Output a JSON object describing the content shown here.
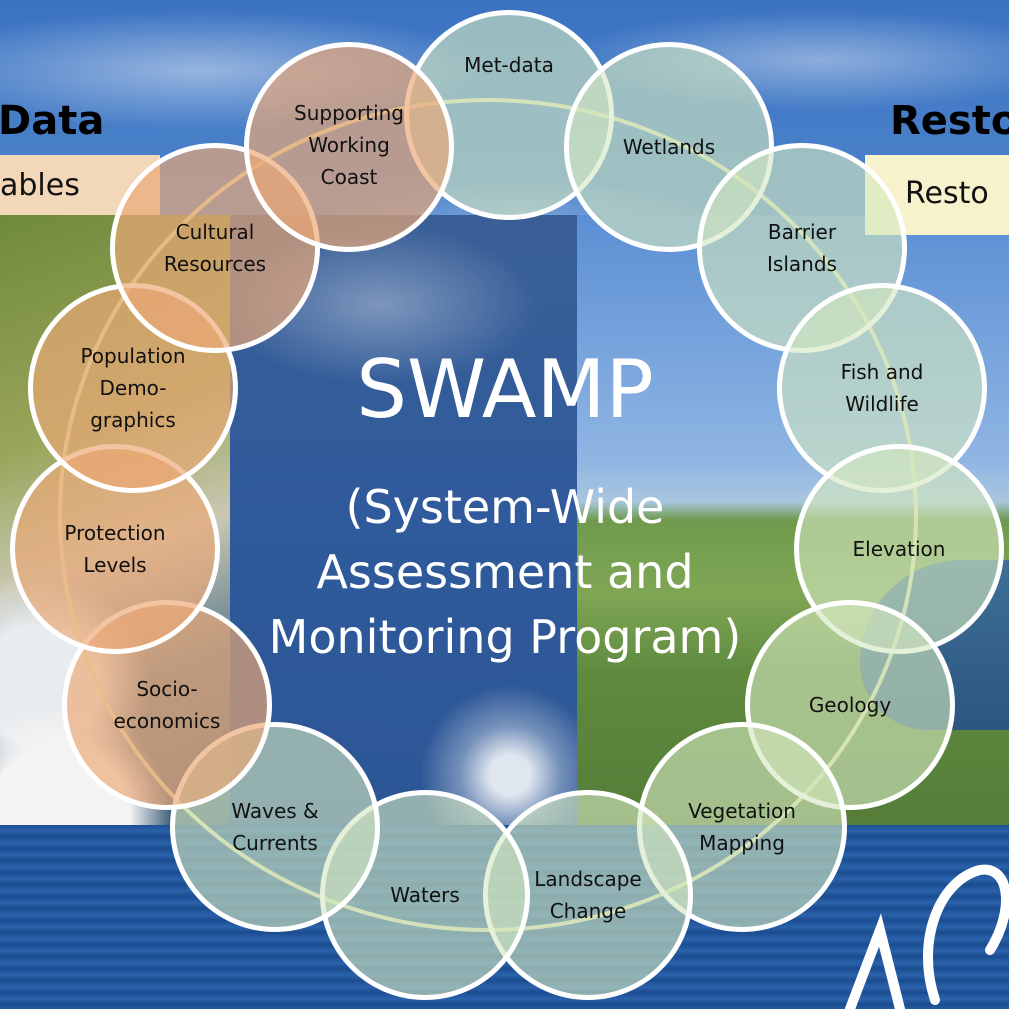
{
  "diagram": {
    "title": "SWAMP",
    "subtitle_lines": [
      "(System-Wide",
      "Assessment and",
      "Monitoring Program)"
    ],
    "left_header": "Data",
    "left_tab": "ables",
    "right_header": "Resto",
    "right_tab": "Resto",
    "nodes": [
      {
        "id": "met-data",
        "label": "Met-data",
        "color": "green"
      },
      {
        "id": "wetlands",
        "label": "Wetlands",
        "color": "green"
      },
      {
        "id": "barrier-islands",
        "label": "Barrier\nIslands",
        "color": "green"
      },
      {
        "id": "fish-wildlife",
        "label": "Fish and\nWildlife",
        "color": "green"
      },
      {
        "id": "elevation",
        "label": "Elevation",
        "color": "green"
      },
      {
        "id": "geology",
        "label": "Geology",
        "color": "green"
      },
      {
        "id": "vegetation-mapping",
        "label": "Vegetation\nMapping",
        "color": "green"
      },
      {
        "id": "landscape-change",
        "label": "Landscape\nChange",
        "color": "green"
      },
      {
        "id": "waters",
        "label": "Waters",
        "color": "green"
      },
      {
        "id": "waves-currents",
        "label": "Waves &\nCurrents",
        "color": "green"
      },
      {
        "id": "socio-economics",
        "label": "Socio-\neconomics",
        "color": "orange"
      },
      {
        "id": "protection-levels",
        "label": "Protection\nLevels",
        "color": "orange"
      },
      {
        "id": "population-demographics",
        "label": "Population\nDemo-\ngraphics",
        "color": "orange"
      },
      {
        "id": "cultural-resources",
        "label": "Cultural\nResources",
        "color": "orange"
      },
      {
        "id": "supporting-working-coast",
        "label": "Supporting\nWorking\nCoast",
        "color": "orange"
      }
    ],
    "colors": {
      "green_fill": "#d4e6be",
      "orange_fill": "#eca876",
      "ring": "#e6e8b0",
      "node_border": "#ffffff",
      "title_text": "#ffffff"
    }
  }
}
